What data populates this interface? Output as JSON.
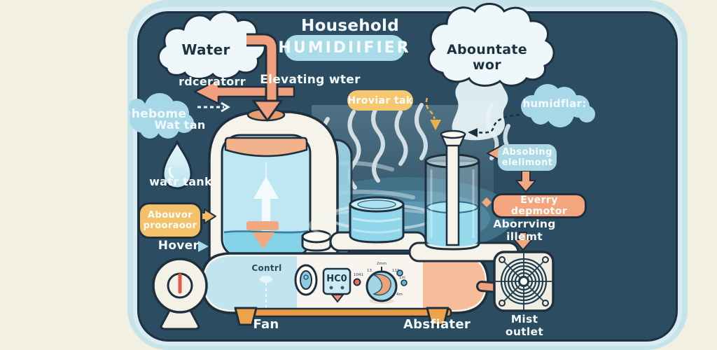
{
  "title": {
    "kicker": "Household",
    "badge": "HUMIDIIFIER"
  },
  "clouds": {
    "water": "Water",
    "abountate": "Abountate wor",
    "hebome": "hebome",
    "humidflar": "humidflar:"
  },
  "labels": {
    "rdceratorr": "rdceratorr",
    "elevating_wter": "Elevating wter",
    "wat_tan": "Wat tan",
    "watr_tank": "watr tank",
    "hover": "Hover",
    "aborrving_illemt": "Aborrving illemt",
    "contrl": "Contrl",
    "fan": "Fan",
    "absfiater": "Absfiater",
    "mist_outlet": "Mist outlet"
  },
  "pills": {
    "hroviar_tak": "Hroviar tak",
    "abouvor_line1": "Abouvor",
    "abouvor_line2": "prooraoor",
    "absobing_line1": "Absobing",
    "absobing_line2": "elelimont",
    "everry_depmotor": "Everry depmotor"
  },
  "control_panel": {
    "display_value": "HC0",
    "knob_ticks": [
      "1041",
      "13",
      "2mm",
      "111",
      "1m",
      "4m"
    ]
  },
  "palette": {
    "background": "#f1f0e2",
    "frame": "#c7e3ea",
    "panel": "#2b4c61",
    "accent_orange": "#f0a07c",
    "accent_yellow": "#f6c76f",
    "accent_blue": "#a9dbe8",
    "water_blue": "#7fd2e8"
  }
}
